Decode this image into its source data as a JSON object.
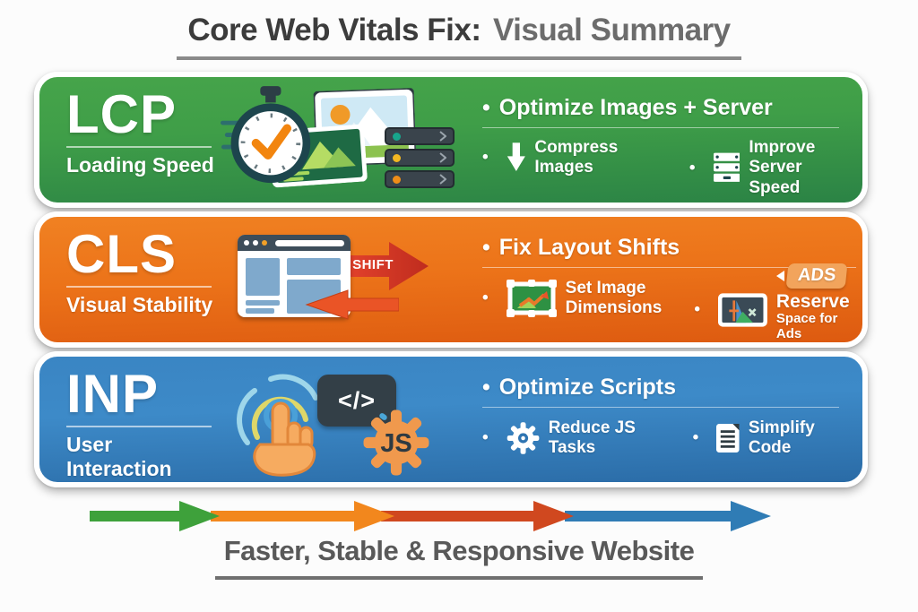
{
  "bullet": "•",
  "title": {
    "strong": "Core Web Vitals Fix:",
    "light": "Visual Summary"
  },
  "bands": [
    {
      "acronym": "LCP",
      "subtitle": "Loading Speed",
      "heading": "Optimize Images + Server",
      "items": [
        {
          "label": "Compress Images"
        },
        {
          "line1": "Improve",
          "line2": "Server Speed"
        }
      ],
      "icons": [
        "stopwatch-icon",
        "photo-card-icon",
        "photo-card-dark-icon",
        "server-stack-icon",
        "download-arrow-icon",
        "server-icon"
      ]
    },
    {
      "acronym": "CLS",
      "subtitle": "Visual Stability",
      "heading": "Fix Layout Shifts",
      "shift_label": "SHIFT",
      "items": [
        {
          "line1": "Set Image",
          "line2": "Dimensions"
        },
        {
          "badge": "ADS",
          "line1": "Reserve",
          "line2": "Space for Ads"
        }
      ],
      "icons": [
        "browser-window-icon",
        "shift-arrow-icon",
        "reflow-arrow-icon",
        "framed-image-icon",
        "ad-screen-icon"
      ]
    },
    {
      "acronym": "INP",
      "subtitle": "User Interaction",
      "heading": "Optimize Scripts",
      "code_glyph": "</>",
      "js_label": "JS",
      "items": [
        {
          "label": "Reduce JS Tasks"
        },
        {
          "label": "Simplify Code"
        }
      ],
      "icons": [
        "tap-icon",
        "code-box-icon",
        "js-gear-icon",
        "gear-icon",
        "document-icon"
      ]
    }
  ],
  "footer": {
    "label": "Faster, Stable & Responsive Website",
    "arrow_colors": [
      "#3ea13b",
      "#f2871d",
      "#d0481f",
      "#2f7cb5"
    ]
  },
  "colors": {
    "green_top": "#46a44a",
    "green_bottom": "#2b8345",
    "orange_top": "#f08122",
    "orange_bottom": "#dd5a10",
    "blue_top": "#3a85c3",
    "blue_bottom": "#2a6ba6",
    "title_dark": "#3c3c3c",
    "title_light": "#6c6c6c",
    "footer_text": "#595959"
  }
}
